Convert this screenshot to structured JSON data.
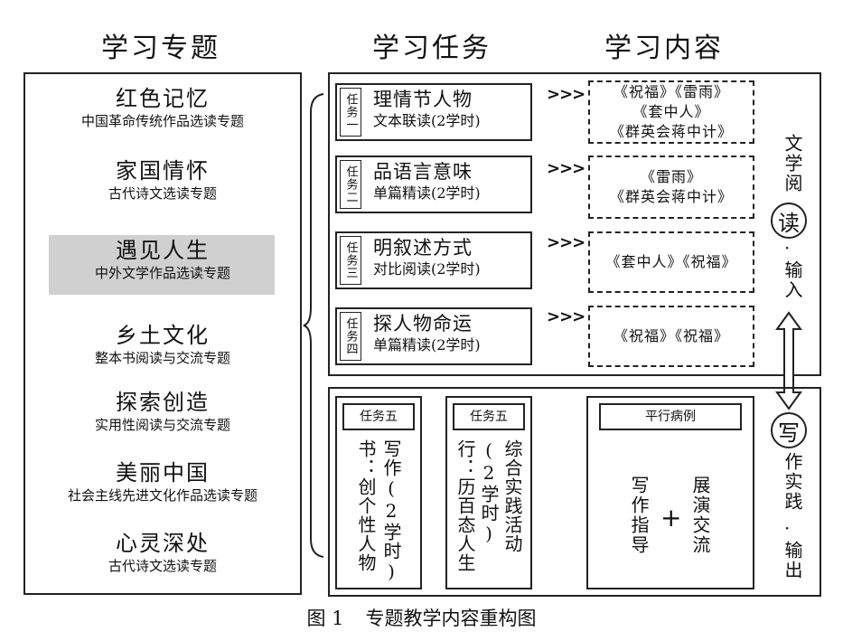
{
  "headers": {
    "left": "学习专题",
    "middle": "学习任务",
    "right": "学习内容"
  },
  "topics": [
    {
      "title": "红色记忆",
      "subtitle": "中国革命传统作品选读专题"
    },
    {
      "title": "家国情怀",
      "subtitle": "古代诗文选读专题"
    },
    {
      "title": "遇见人生",
      "subtitle": "中外文学作品选读专题"
    },
    {
      "title": "乡土文化",
      "subtitle": "整本书阅读与交流专题"
    },
    {
      "title": "探索创造",
      "subtitle": "实用性阅读与交流专题"
    },
    {
      "title": "美丽中国",
      "subtitle": "社会主线先进文化作品选读专题"
    },
    {
      "title": "心灵深处",
      "subtitle": "古代诗文选读专题"
    }
  ],
  "tasks": [
    {
      "tag": "任务一",
      "title": "理情节人物",
      "subtitle": "文本联读(2学时)",
      "arrows": ">>>",
      "content": [
        "《祝福》《雷雨》",
        "《套中人》",
        "《群英会蒋中计》"
      ]
    },
    {
      "tag": "任务二",
      "title": "品语言意味",
      "subtitle": "单篇精读(2学时)",
      "arrows": ">>>",
      "content": [
        "《雷雨》",
        "《群英会蒋中计》"
      ]
    },
    {
      "tag": "任务三",
      "title": "明叙述方式",
      "subtitle": "对比阅读(2学时)",
      "arrows": ">>>",
      "content": [
        "《套中人》《祝福》"
      ]
    },
    {
      "tag": "任务四",
      "title": "探人物命运",
      "subtitle": "单篇精读(2学时)",
      "arrows": ">>>",
      "content": [
        "《祝福》《祝福》"
      ]
    }
  ],
  "reading_side": {
    "top": "文学阅",
    "circle": "读",
    "dot": "·",
    "bottom": "输入"
  },
  "writing_side": {
    "circle": "写",
    "middle": "作实践",
    "dot": "·",
    "bottom": "输出"
  },
  "lower": {
    "task5a": {
      "label": "任务五",
      "col1": "写作(2学时)",
      "col2": "书：创个性人物"
    },
    "task5b": {
      "label": "任务五",
      "col1": "综合实践活动",
      "col2": "(2学时)",
      "col3": "行：历百态人生"
    },
    "example": {
      "label": "平行病例",
      "left": "写作指导",
      "plus": "+",
      "right": "展演交流"
    }
  },
  "caption": {
    "figure": "图 1",
    "text": "专题教学内容重构图"
  },
  "colors": {
    "highlight": "#d0d0d0",
    "border": "#222222"
  }
}
